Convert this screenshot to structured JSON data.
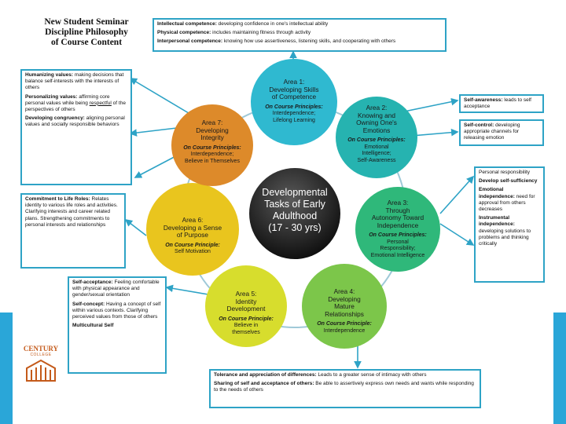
{
  "title": {
    "lines": [
      "New Student Seminar",
      "Discipline Philosophy",
      "of Course Content"
    ]
  },
  "top_box": {
    "items": [
      {
        "bold": "Intellectual competence:",
        "text": " developing confidence in one's intellectual ability"
      },
      {
        "bold": "Physical competence:",
        "text": " includes maintaining fitness through activity"
      },
      {
        "bold": "Interpersonal competence:",
        "text": " knowing how use assertiveness, listening skills, and cooperating with others"
      }
    ]
  },
  "left_box_1": {
    "items": [
      {
        "bold": "Humanizing values:",
        "text": " making decisions that balance self-interests with the interests of others"
      },
      {
        "bold": "Personalizing values:",
        "text": " affirming core personal values while being ",
        "underline": "respectful",
        "tail": " of the perspectives of others"
      },
      {
        "bold": "Developing congruency:",
        "text": " aligning personal values and socially responsible behaviors"
      }
    ]
  },
  "left_box_2": {
    "items": [
      {
        "bold": "Commitment to Life Roles:",
        "text": " Relates identity to various life roles and activities. Clarifying interests and career related plans. Strengthening commitments to personal interests and relationships"
      }
    ]
  },
  "left_box_3": {
    "items": [
      {
        "bold": "Self-acceptance:",
        "text": " Feeling comfortable with physical appearance and gender/sexual orientation"
      },
      {
        "bold": "Self-concept:",
        "text": " Having a concept of self within various contexts. Clarifying perceived values from those of others"
      },
      {
        "bold": "Multicultural Self",
        "text": ""
      }
    ]
  },
  "right_box_1": {
    "items": [
      {
        "bold": "Self-awareness:",
        "text": " leads to self acceptance"
      }
    ]
  },
  "right_box_2": {
    "items": [
      {
        "bold": "Self-control:",
        "text": " developing appropriate channels for releasing emotion"
      }
    ]
  },
  "right_box_3": {
    "items": [
      {
        "bold": "",
        "text": "Personal responsibility"
      },
      {
        "bold": "Develop self-sufficiency",
        "text": ""
      },
      {
        "bold": "Emotional independence:",
        "text": " need for approval from others decreases"
      },
      {
        "bold": "Instrumental independence:",
        "text": " developing solutions to problems and thinking critically"
      }
    ]
  },
  "bottom_box": {
    "items": [
      {
        "bold": "Tolerance and appreciation of differences:",
        "text": " Leads to a greater sense of intimacy with others"
      },
      {
        "bold": "Sharing of self and acceptance of others:",
        "text": " Be able to assertively express own needs and wants while responding to the needs of others"
      }
    ]
  },
  "center": {
    "lines": [
      "Developmental",
      "Tasks of Early",
      "Adulthood",
      "(17 - 30 yrs)"
    ]
  },
  "areas": [
    {
      "area": "Area 1:",
      "title": [
        "Developing Skills",
        "of Competence"
      ],
      "principle_label": "On Course Principles:",
      "principle": [
        "Interdependence;",
        "Lifelong Learning"
      ]
    },
    {
      "area": "Area 2:",
      "title": [
        "Knowing and",
        "Owning One's",
        "Emotions"
      ],
      "principle_label": "On Course Principles:",
      "principle": [
        "Emotional",
        "Intelligence;",
        "Self-Awareness"
      ]
    },
    {
      "area": "Area 3:",
      "title": [
        "Through",
        "Autonomy Toward",
        "Independence"
      ],
      "principle_label": "On Course Principles:",
      "principle": [
        "Personal",
        "Responsibility;",
        "Emotional Intelligence"
      ]
    },
    {
      "area": "Area 4:",
      "title": [
        "Developing",
        "Mature",
        "Relationships"
      ],
      "principle_label": "On Course Principle:",
      "principle": [
        "Interdependence"
      ]
    },
    {
      "area": "Area 5:",
      "title": [
        "Identity",
        "Development"
      ],
      "principle_label": "On Course Principle:",
      "principle": [
        "Believe in",
        "themselves"
      ]
    },
    {
      "area": "Area 6:",
      "title": [
        "Developing a Sense",
        "of Purpose"
      ],
      "principle_label": "On Course Principle:",
      "principle": [
        "Self Motivation"
      ]
    },
    {
      "area": "Area 7:",
      "title": [
        "Developing",
        "Integrity"
      ],
      "principle_label": "On Course Principles:",
      "principle": [
        "Interdependence;",
        "Believe in Themselves"
      ]
    }
  ],
  "logo": {
    "word": "CENTURY",
    "sub": "COLLEGE"
  },
  "colors": {
    "box_border": "#2ea3c6",
    "area1": "#2fb9d0",
    "area2": "#26b3b0",
    "area3": "#2fb87a",
    "area4": "#7cc64a",
    "area5": "#d7dd2d",
    "area6": "#e9c51e",
    "area7": "#dd8a2a",
    "center": "#111111",
    "accent": "#2aa6d8"
  }
}
